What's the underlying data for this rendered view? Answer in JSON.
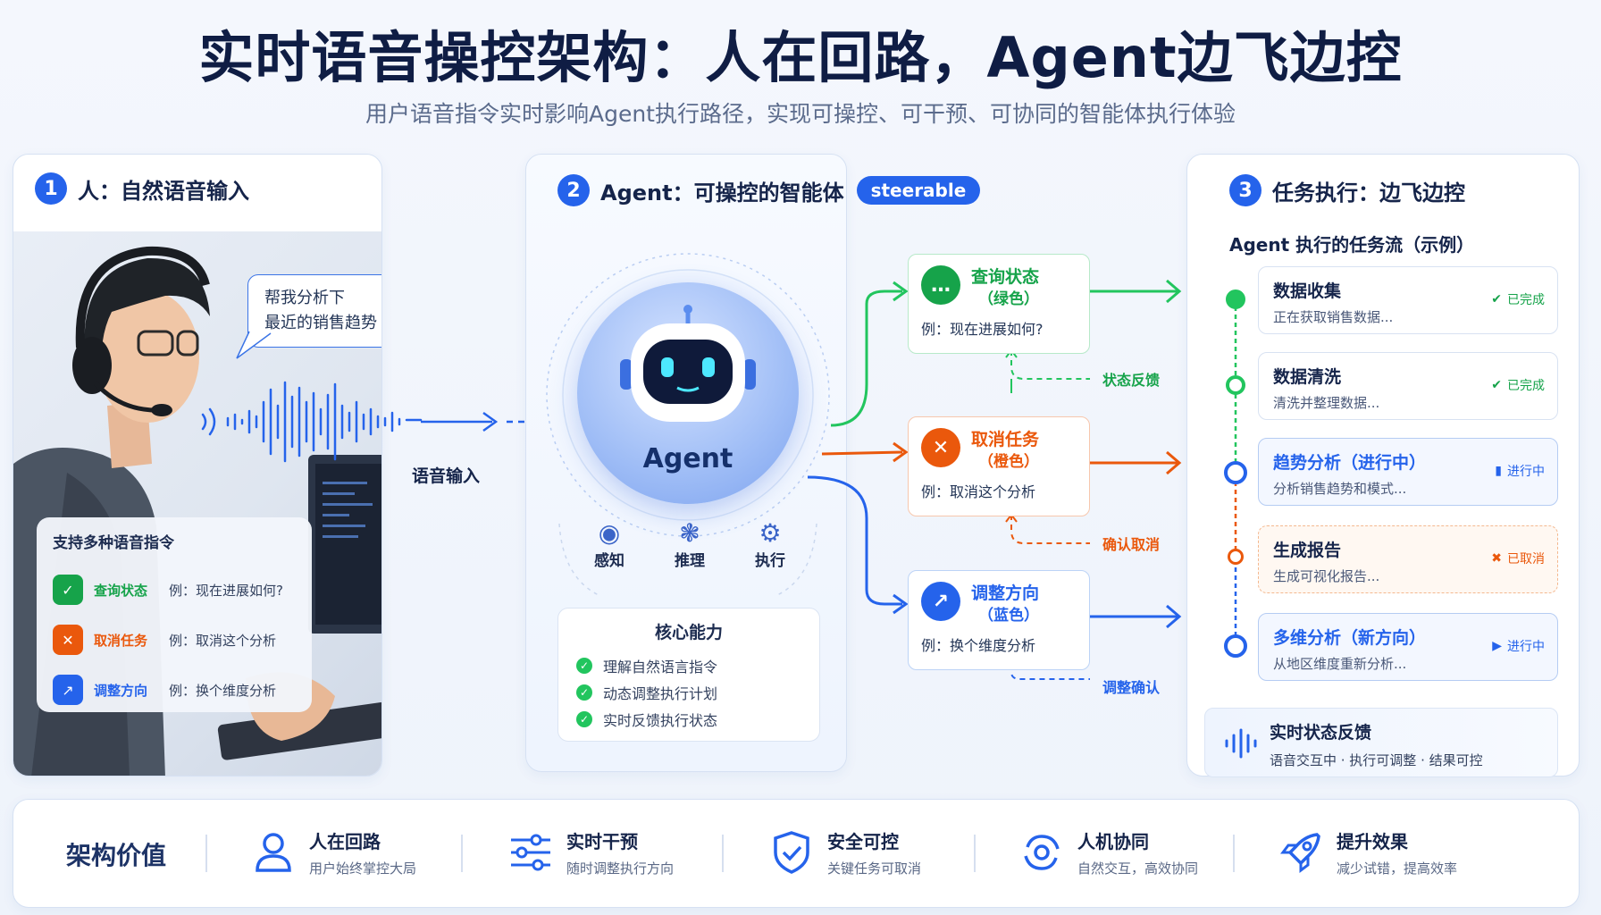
{
  "header": {
    "title": "实时语音操控架构：人在回路，Agent边飞边控",
    "subtitle": "用户语音指令实时影响Agent执行路径，实现可操控、可干预、可协同的智能体执行体验"
  },
  "panel1": {
    "number": "1",
    "title": "人：自然语音输入",
    "bubble_line1": "帮我分析下",
    "bubble_line2": "最近的销售趋势",
    "voice_label": "语音输入",
    "commands_title": "支持多种语音指令",
    "commands": [
      {
        "label": "查询状态",
        "example": "例：现在进展如何?",
        "color": "#16a34a"
      },
      {
        "label": "取消任务",
        "example": "例：取消这个分析",
        "color": "#ea580c"
      },
      {
        "label": "调整方向",
        "example": "例：换个维度分析",
        "color": "#2563eb"
      }
    ]
  },
  "panel2": {
    "number": "2",
    "title": "Agent：可操控的智能体",
    "badge": "steerable",
    "agent_label": "Agent",
    "capabilities": [
      "感知",
      "推理",
      "执行"
    ],
    "core_title": "核心能力",
    "core_items": [
      "理解自然语言指令",
      "动态调整执行计划",
      "实时反馈执行状态"
    ]
  },
  "middle": {
    "cards": [
      {
        "title": "查询状态",
        "sub": "（绿色）",
        "example": "例：现在进展如何?",
        "feedback": "状态反馈",
        "color": "#16a34a"
      },
      {
        "title": "取消任务",
        "sub": "（橙色）",
        "example": "例：取消这个分析",
        "feedback": "确认取消",
        "color": "#ea580c"
      },
      {
        "title": "调整方向",
        "sub": "（蓝色）",
        "example": "例：换个维度分析",
        "feedback": "调整确认",
        "color": "#2563eb"
      }
    ]
  },
  "panel3": {
    "number": "3",
    "title": "任务执行：边飞边控",
    "flow_title": "Agent 执行的任务流（示例）",
    "tasks": [
      {
        "name": "数据收集",
        "desc": "正在获取销售数据...",
        "status": "已完成",
        "color": "#16a34a"
      },
      {
        "name": "数据清洗",
        "desc": "清洗并整理数据...",
        "status": "已完成",
        "color": "#16a34a"
      },
      {
        "name": "趋势分析（进行中）",
        "desc": "分析销售趋势和模式...",
        "status": "进行中",
        "color": "#2563eb"
      },
      {
        "name": "生成报告",
        "desc": "生成可视化报告...",
        "status": "已取消",
        "color": "#ea580c"
      },
      {
        "name": "多维分析（新方向）",
        "desc": "从地区维度重新分析...",
        "status": "进行中",
        "color": "#2563eb"
      }
    ],
    "realtime_title": "实时状态反馈",
    "realtime_desc": "语音交互中 · 执行可调整 · 结果可控"
  },
  "value": {
    "title": "架构价值",
    "items": [
      {
        "name": "人在回路",
        "desc": "用户始终掌控大局",
        "icon": "person-icon"
      },
      {
        "name": "实时干预",
        "desc": "随时调整执行方向",
        "icon": "sliders-icon"
      },
      {
        "name": "安全可控",
        "desc": "关键任务可取消",
        "icon": "shield-check-icon"
      },
      {
        "name": "人机协同",
        "desc": "自然交互，高效协同",
        "icon": "sync-icon"
      },
      {
        "name": "提升效果",
        "desc": "减少试错，提高效率",
        "icon": "rocket-icon"
      }
    ]
  }
}
